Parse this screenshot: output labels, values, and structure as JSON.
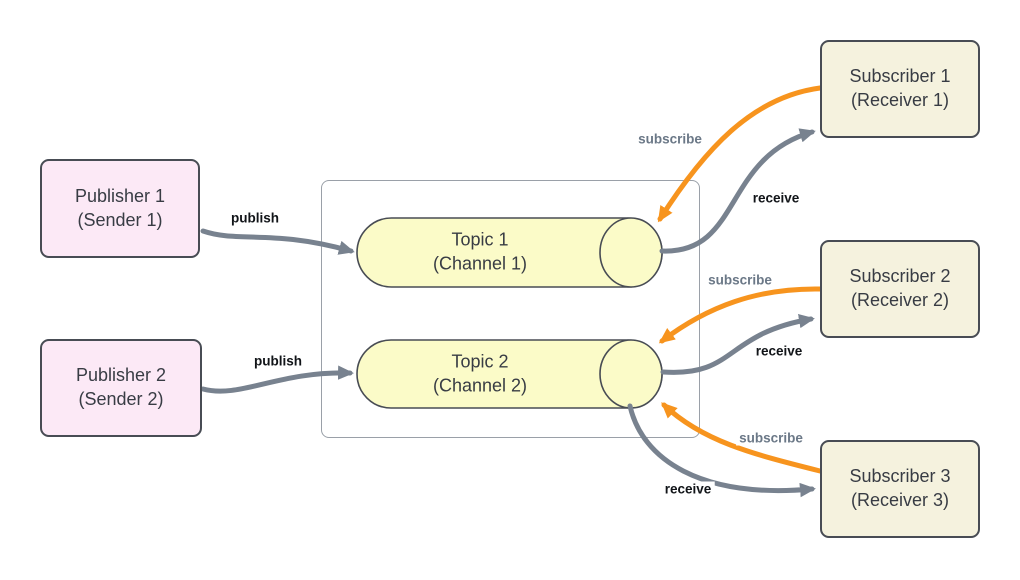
{
  "diagram": {
    "type": "pub-sub-messaging-diagram",
    "publishers": [
      {
        "name": "Publisher 1",
        "alias": "(Sender 1)"
      },
      {
        "name": "Publisher 2",
        "alias": "(Sender 2)"
      }
    ],
    "topics": [
      {
        "name": "Topic 1",
        "alias": "(Channel 1)"
      },
      {
        "name": "Topic 2",
        "alias": "(Channel 2)"
      }
    ],
    "subscribers": [
      {
        "name": "Subscriber 1",
        "alias": "(Receiver 1)"
      },
      {
        "name": "Subscriber 2",
        "alias": "(Receiver 2)"
      },
      {
        "name": "Subscriber 3",
        "alias": "(Receiver 3)"
      }
    ],
    "edges": [
      {
        "id": "publish-1",
        "from": "Publisher 1",
        "to": "Topic 1",
        "label": "publish"
      },
      {
        "id": "publish-2",
        "from": "Publisher 2",
        "to": "Topic 2",
        "label": "publish"
      },
      {
        "id": "subscribe-1",
        "from": "Subscriber 1",
        "to": "Topic 1",
        "label": "subscribe"
      },
      {
        "id": "receive-1",
        "from": "Topic 1",
        "to": "Subscriber 1",
        "label": "receive"
      },
      {
        "id": "subscribe-2",
        "from": "Subscriber 2",
        "to": "Topic 2",
        "label": "subscribe"
      },
      {
        "id": "receive-2",
        "from": "Topic 2",
        "to": "Subscriber 2",
        "label": "receive"
      },
      {
        "id": "subscribe-3",
        "from": "Subscriber 3",
        "to": "Topic 2",
        "label": "subscribe"
      },
      {
        "id": "receive-3",
        "from": "Topic 2",
        "to": "Subscriber 3",
        "label": "receive"
      }
    ],
    "colors": {
      "publisher_fill": "#fce9f6",
      "subscriber_fill": "#f5f2de",
      "topic_fill": "#fbfbc8",
      "shape_stroke": "#484c54",
      "container_stroke": "#9aa0a8",
      "gray_arrow": "#78828f",
      "orange_arrow": "#f7941e",
      "subscribe_label_color": "#6b7887",
      "publish_receive_label_color": "#111418"
    }
  }
}
